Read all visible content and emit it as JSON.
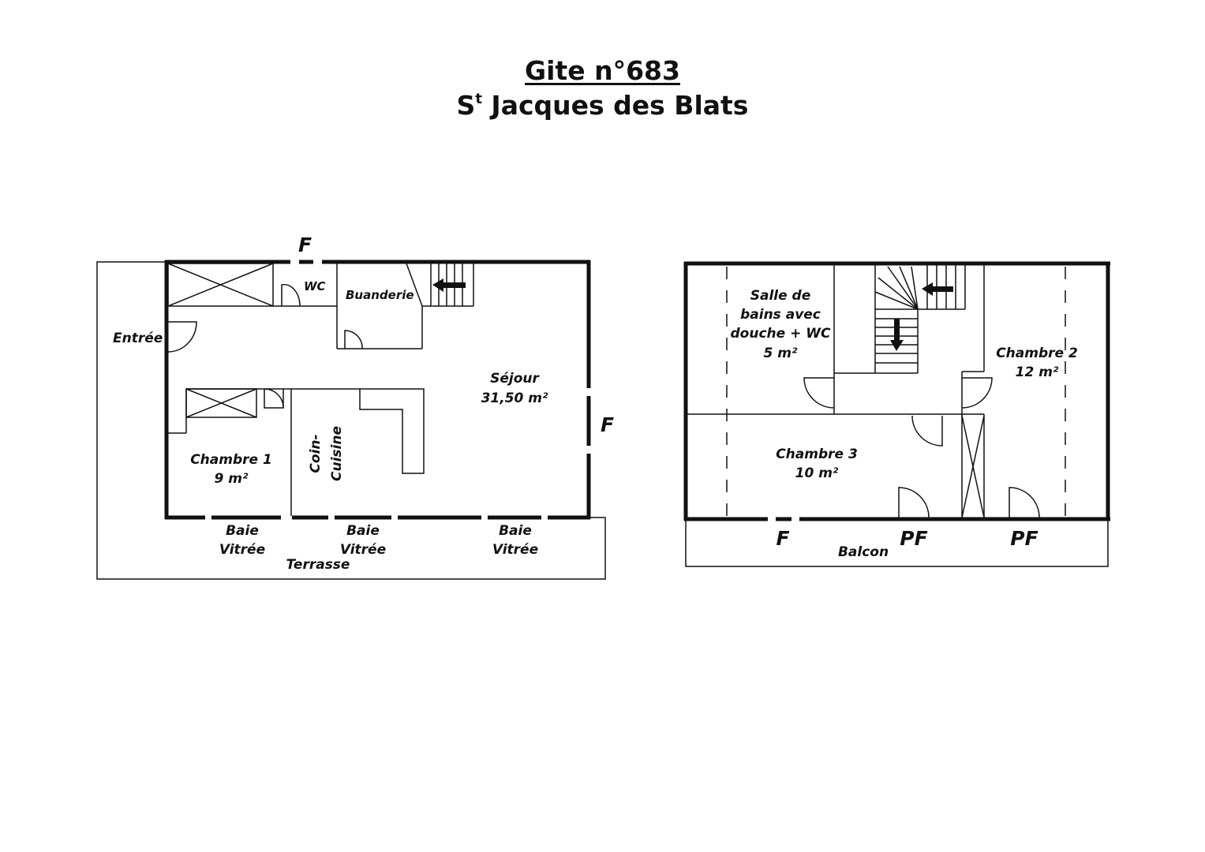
{
  "header": {
    "title": "Gite n°683",
    "subtitle_prefix": "S",
    "subtitle_sup": "t",
    "subtitle_rest": " Jacques des Blats"
  },
  "ground_floor": {
    "window_top": "F",
    "window_right": "F",
    "wc": "WC",
    "buanderie": "Buanderie",
    "entree": "Entrée",
    "sejour": "Séjour",
    "sejour_area": "31,50 m²",
    "chambre1": "Chambre 1",
    "chambre1_area": "9 m²",
    "coin": "Coin-",
    "cuisine": "Cuisine",
    "baie": "Baie",
    "vitree": "Vitrée",
    "terrasse": "Terrasse"
  },
  "upper_floor": {
    "sdb_line1": "Salle de",
    "sdb_line2": "bains avec",
    "sdb_line3": "douche + WC",
    "sdb_area": "5 m²",
    "chambre2": "Chambre 2",
    "chambre2_area": "12 m²",
    "chambre3": "Chambre 3",
    "chambre3_area": "10 m²",
    "window_f": "F",
    "pf": "PF",
    "balcon": "Balcon"
  }
}
